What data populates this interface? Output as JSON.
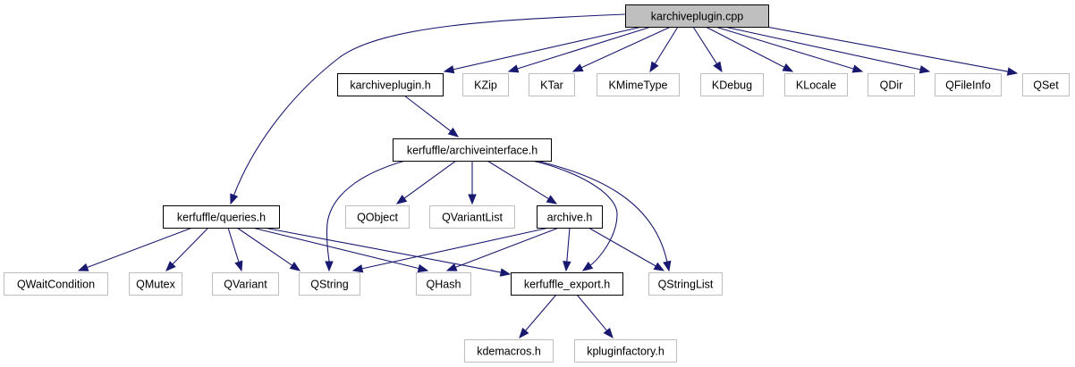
{
  "title": "karchiveplugin.cpp include dependency graph",
  "colors": {
    "edge": "#191970",
    "root_fill": "#bfbfbf",
    "documented_border": "#000000",
    "external_border": "#bfbfbf"
  },
  "nodes": [
    {
      "id": "karchiveplugin_cpp",
      "label": "karchiveplugin.cpp",
      "kind": "root"
    },
    {
      "id": "karchiveplugin_h",
      "label": "karchiveplugin.h",
      "kind": "documented"
    },
    {
      "id": "KZip",
      "label": "KZip",
      "kind": "external"
    },
    {
      "id": "KTar",
      "label": "KTar",
      "kind": "external"
    },
    {
      "id": "KMimeType",
      "label": "KMimeType",
      "kind": "external"
    },
    {
      "id": "KDebug",
      "label": "KDebug",
      "kind": "external"
    },
    {
      "id": "KLocale",
      "label": "KLocale",
      "kind": "external"
    },
    {
      "id": "QDir",
      "label": "QDir",
      "kind": "external"
    },
    {
      "id": "QFileInfo",
      "label": "QFileInfo",
      "kind": "external"
    },
    {
      "id": "QSet",
      "label": "QSet",
      "kind": "external"
    },
    {
      "id": "archiveinterface_h",
      "label": "kerfuffle/archiveinterface.h",
      "kind": "documented"
    },
    {
      "id": "queries_h",
      "label": "kerfuffle/queries.h",
      "kind": "documented"
    },
    {
      "id": "QObject",
      "label": "QObject",
      "kind": "external"
    },
    {
      "id": "QVariantList",
      "label": "QVariantList",
      "kind": "external"
    },
    {
      "id": "archive_h",
      "label": "archive.h",
      "kind": "documented"
    },
    {
      "id": "QWaitCondition",
      "label": "QWaitCondition",
      "kind": "external"
    },
    {
      "id": "QMutex",
      "label": "QMutex",
      "kind": "external"
    },
    {
      "id": "QVariant",
      "label": "QVariant",
      "kind": "external"
    },
    {
      "id": "QString",
      "label": "QString",
      "kind": "external"
    },
    {
      "id": "QHash",
      "label": "QHash",
      "kind": "external"
    },
    {
      "id": "kerfuffle_export_h",
      "label": "kerfuffle_export.h",
      "kind": "documented"
    },
    {
      "id": "QStringList",
      "label": "QStringList",
      "kind": "external"
    },
    {
      "id": "kdemacros_h",
      "label": "kdemacros.h",
      "kind": "external"
    },
    {
      "id": "kpluginfactory_h",
      "label": "kpluginfactory.h",
      "kind": "external"
    }
  ],
  "edges": [
    {
      "from": "karchiveplugin_cpp",
      "to": "queries_h"
    },
    {
      "from": "karchiveplugin_cpp",
      "to": "karchiveplugin_h"
    },
    {
      "from": "karchiveplugin_cpp",
      "to": "KZip"
    },
    {
      "from": "karchiveplugin_cpp",
      "to": "KTar"
    },
    {
      "from": "karchiveplugin_cpp",
      "to": "KMimeType"
    },
    {
      "from": "karchiveplugin_cpp",
      "to": "KDebug"
    },
    {
      "from": "karchiveplugin_cpp",
      "to": "KLocale"
    },
    {
      "from": "karchiveplugin_cpp",
      "to": "QDir"
    },
    {
      "from": "karchiveplugin_cpp",
      "to": "QFileInfo"
    },
    {
      "from": "karchiveplugin_cpp",
      "to": "QSet"
    },
    {
      "from": "karchiveplugin_h",
      "to": "archiveinterface_h"
    },
    {
      "from": "archiveinterface_h",
      "to": "QString"
    },
    {
      "from": "archiveinterface_h",
      "to": "QObject"
    },
    {
      "from": "archiveinterface_h",
      "to": "QVariantList"
    },
    {
      "from": "archiveinterface_h",
      "to": "archive_h"
    },
    {
      "from": "archiveinterface_h",
      "to": "kerfuffle_export_h"
    },
    {
      "from": "archiveinterface_h",
      "to": "QStringList"
    },
    {
      "from": "queries_h",
      "to": "QWaitCondition"
    },
    {
      "from": "queries_h",
      "to": "QMutex"
    },
    {
      "from": "queries_h",
      "to": "QVariant"
    },
    {
      "from": "queries_h",
      "to": "QString"
    },
    {
      "from": "queries_h",
      "to": "QHash"
    },
    {
      "from": "queries_h",
      "to": "kerfuffle_export_h"
    },
    {
      "from": "archive_h",
      "to": "QString"
    },
    {
      "from": "archive_h",
      "to": "QHash"
    },
    {
      "from": "archive_h",
      "to": "kerfuffle_export_h"
    },
    {
      "from": "archive_h",
      "to": "QStringList"
    },
    {
      "from": "kerfuffle_export_h",
      "to": "kdemacros_h"
    },
    {
      "from": "kerfuffle_export_h",
      "to": "kpluginfactory_h"
    }
  ]
}
